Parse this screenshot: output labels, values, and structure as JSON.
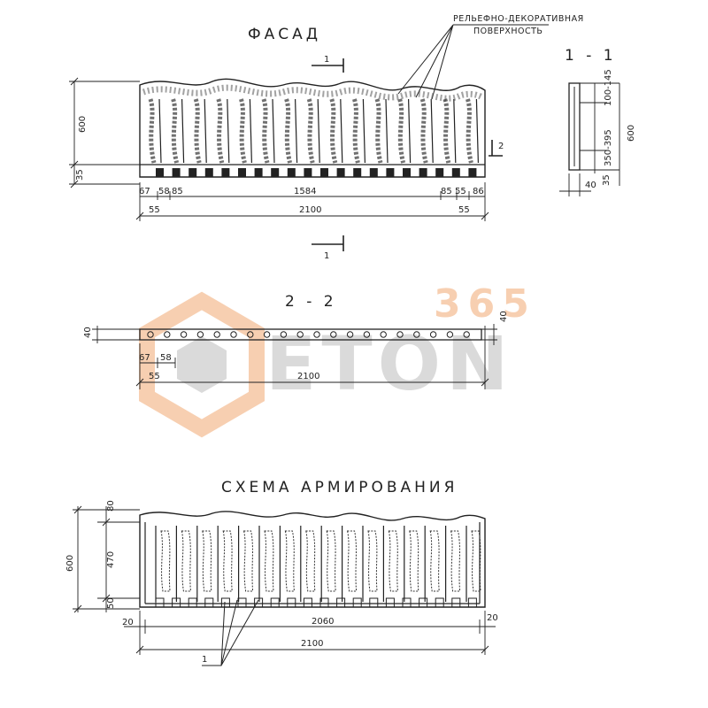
{
  "titles": {
    "facade": "ФАСАД",
    "section_1": "1 - 1",
    "section_2": "2 - 2",
    "reinforcement": "СХЕМА АРМИРОВАНИЯ"
  },
  "notes": {
    "relief_line1": "РЕЛЬЕФНО-ДЕКОРАТИВНАЯ",
    "relief_line2": "ПОВЕРХНОСТЬ"
  },
  "markers": {
    "cut1": "1",
    "cut2": "2",
    "rebar_callout": "1"
  },
  "facade_dims": {
    "height": "600",
    "bottom": "35",
    "d67": "67",
    "d58": "58",
    "d85": "85",
    "middle": "1584",
    "d85r": "85",
    "d55r": "55",
    "d86": "86",
    "left55": "55",
    "total": "2100",
    "right55": "55"
  },
  "section1_dims": {
    "top": "100-145",
    "mid": "350-395",
    "height": "600",
    "bottom": "35",
    "thick": "40"
  },
  "section2_dims": {
    "thick": "40",
    "right": "40",
    "d67": "67",
    "d58": "58",
    "left55": "55",
    "total": "2100"
  },
  "reinf_dims": {
    "top": "80",
    "height": "600",
    "mid": "470",
    "bottom": "50",
    "left20": "20",
    "inner": "2060",
    "right20": "20",
    "total": "2100"
  },
  "watermark": {
    "number": "365",
    "brand": "ETON"
  },
  "colors": {
    "ink": "#222222",
    "watermark_orange": "#f6c7a4",
    "watermark_gray": "#d4d4d4"
  }
}
